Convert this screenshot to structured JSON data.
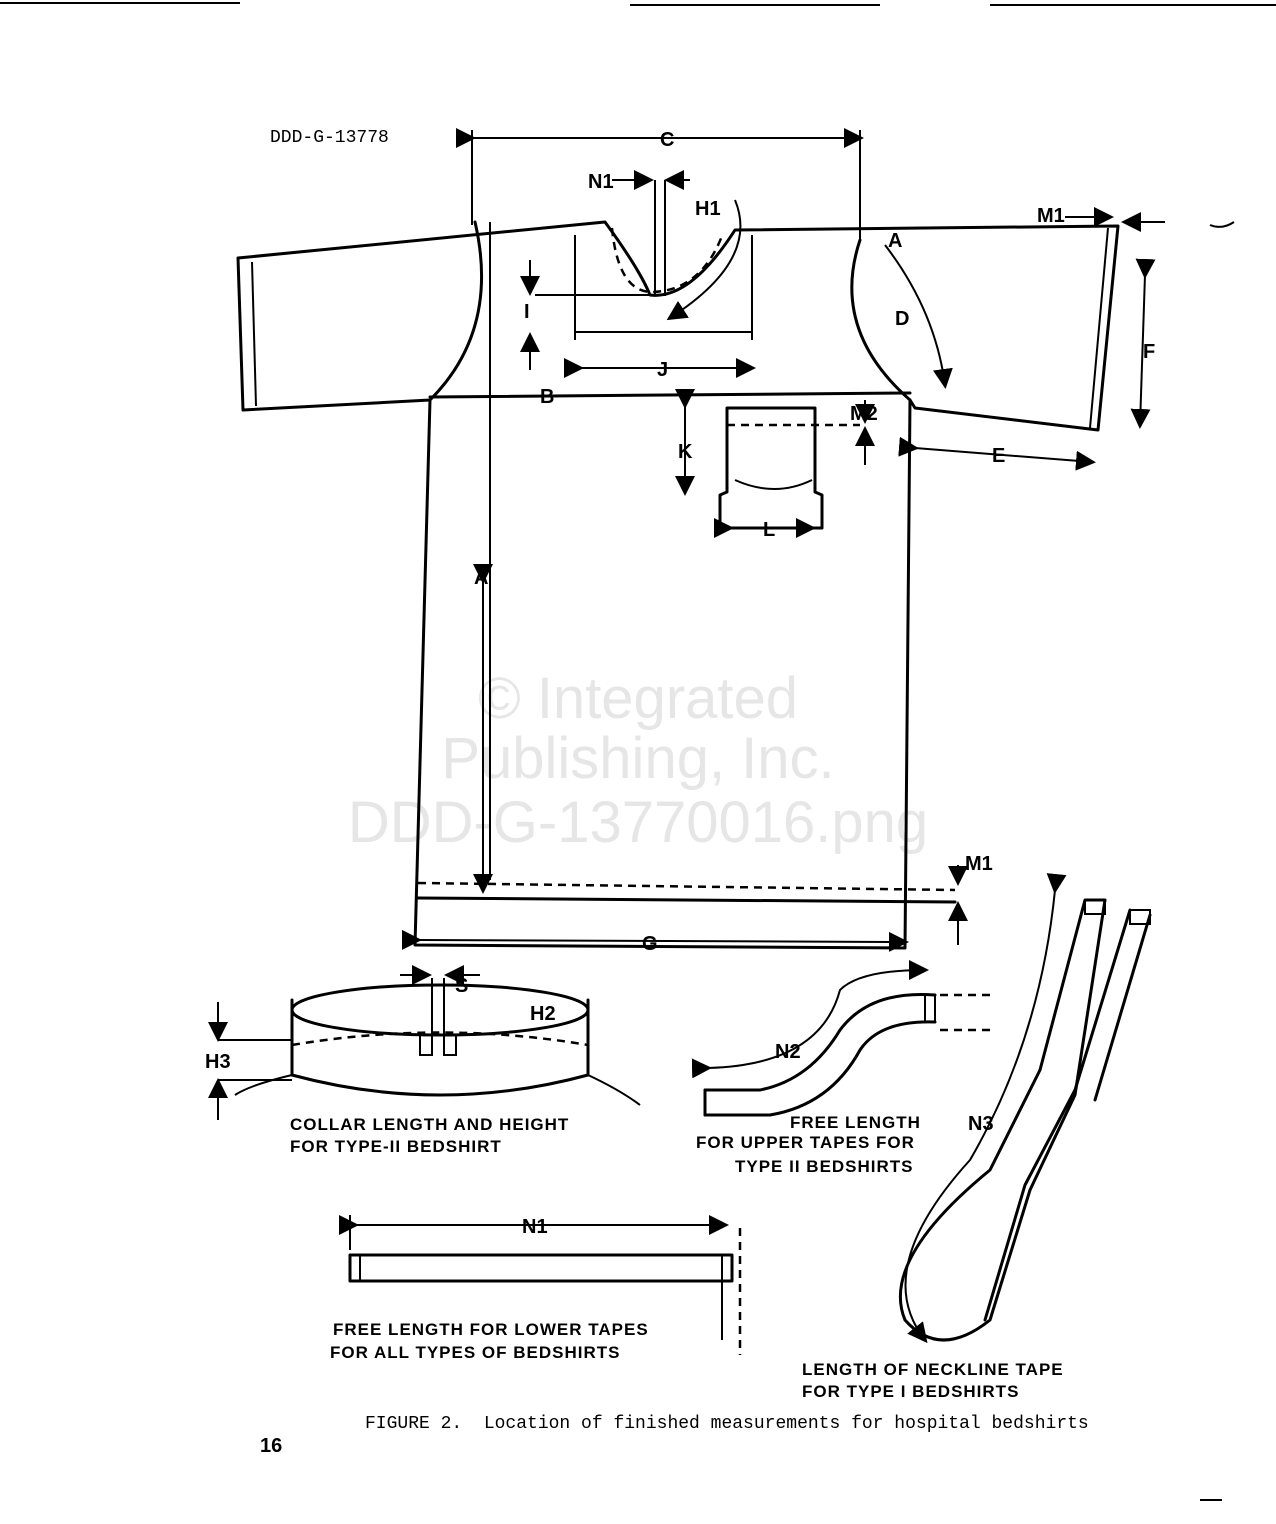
{
  "header": {
    "doc_number": "DDD-G-13778"
  },
  "watermark": {
    "line1": "© Integrated",
    "line2": "Publishing, Inc.",
    "line3": "DDD-G-13770016.png"
  },
  "diagram_labels": {
    "C": "C",
    "N1_top": "N1",
    "H1": "H1",
    "M1_sleeve": "M1",
    "A_shoulder": "A",
    "D": "D",
    "F": "F",
    "I": "I",
    "J": "J",
    "B": "B",
    "K": "K",
    "M2": "M2",
    "E": "E",
    "L": "L",
    "A_body": "A",
    "M1_hem": "M1",
    "G": "G",
    "S": "S",
    "H2": "H2",
    "H3": "H3",
    "N2": "N2",
    "N3": "N3",
    "N1_tape": "N1"
  },
  "captions": {
    "collar_line1": "COLLAR LENGTH AND HEIGHT",
    "collar_line2": "FOR TYPE-II BEDSHIRT",
    "upper_line1": "FREE LENGTH",
    "upper_line2": "FOR UPPER TAPES FOR",
    "upper_line3": "TYPE II BEDSHIRTS",
    "lower_line1": "FREE LENGTH FOR LOWER TAPES",
    "lower_line2": "FOR ALL TYPES OF BEDSHIRTS",
    "neck_line1": "LENGTH OF NECKLINE TAPE",
    "neck_line2": "FOR TYPE I BEDSHIRTS"
  },
  "figure_caption": "FIGURE 2.  Location of finished measurements for hospital bedshirts",
  "page_number": "16"
}
